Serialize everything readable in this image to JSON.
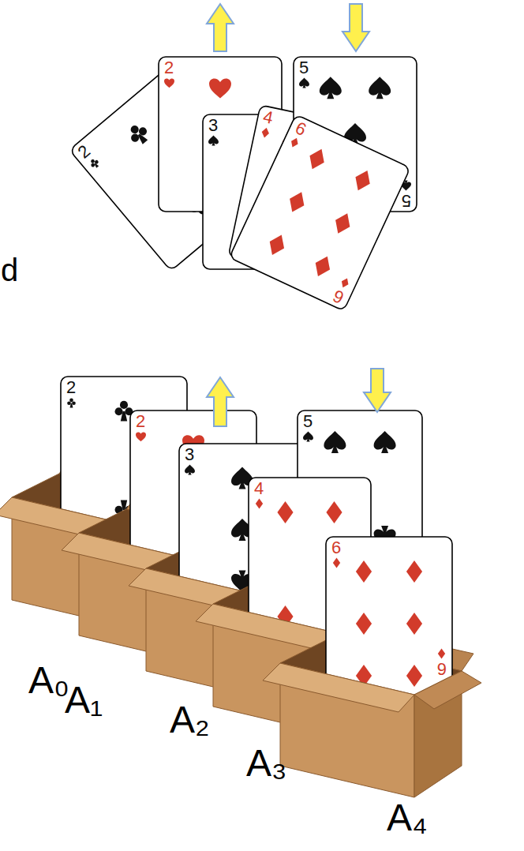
{
  "diagram": {
    "labels": [
      "d",
      "2",
      "2",
      "3",
      "4",
      "5",
      "5",
      "6",
      "6",
      "2",
      "2",
      "3",
      "4",
      "5",
      "6",
      "6",
      "A₀",
      "A₁",
      "A₂",
      "A₃",
      "A₄"
    ]
  }
}
